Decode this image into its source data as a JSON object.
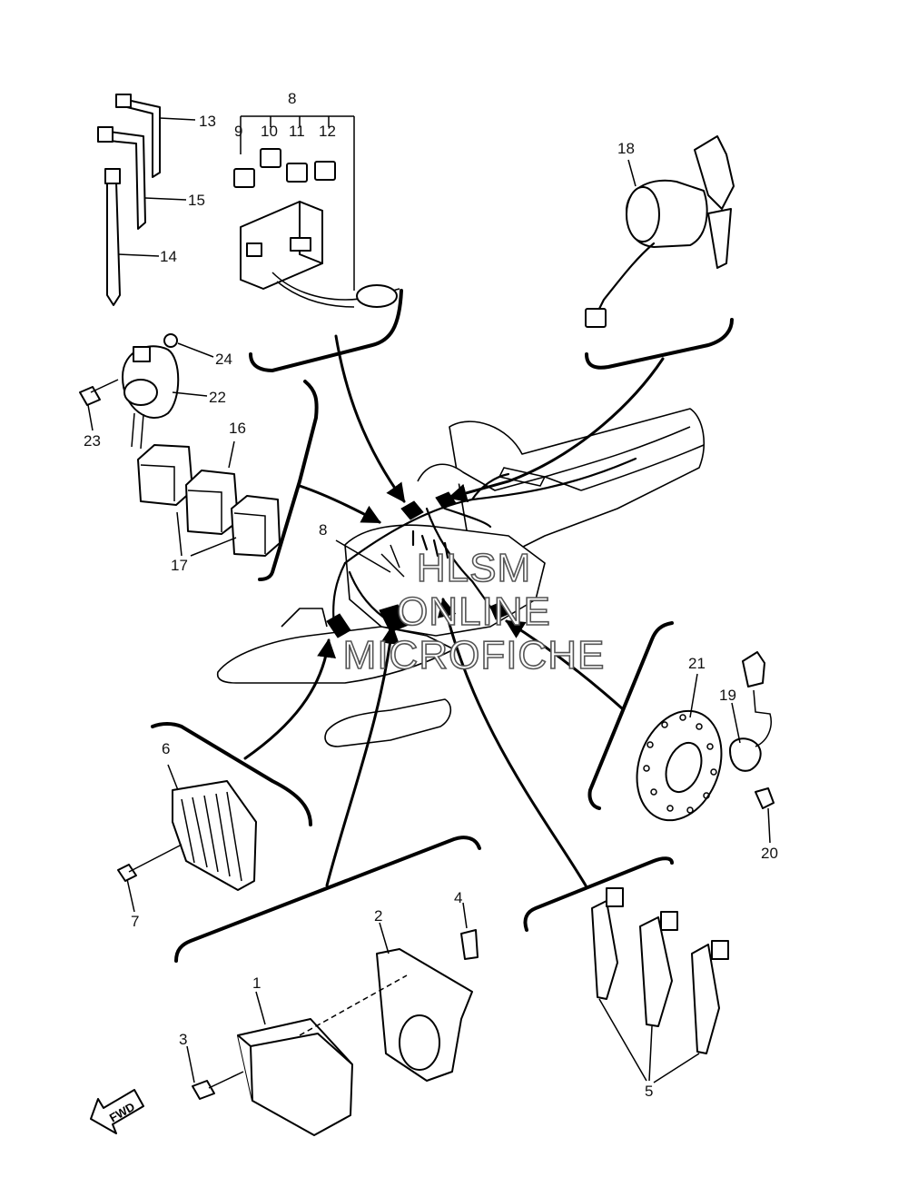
{
  "diagram": {
    "callouts": [
      "1",
      "2",
      "3",
      "4",
      "5",
      "6",
      "7",
      "8",
      "9",
      "10",
      "11",
      "12",
      "13",
      "14",
      "15",
      "16",
      "17",
      "18",
      "19",
      "20",
      "21",
      "22",
      "23",
      "24"
    ],
    "callout_8_repeat": "8",
    "watermark": [
      "HLSM",
      "ONLINE",
      "MICROFICHE"
    ],
    "forward_marker": "FWD"
  }
}
